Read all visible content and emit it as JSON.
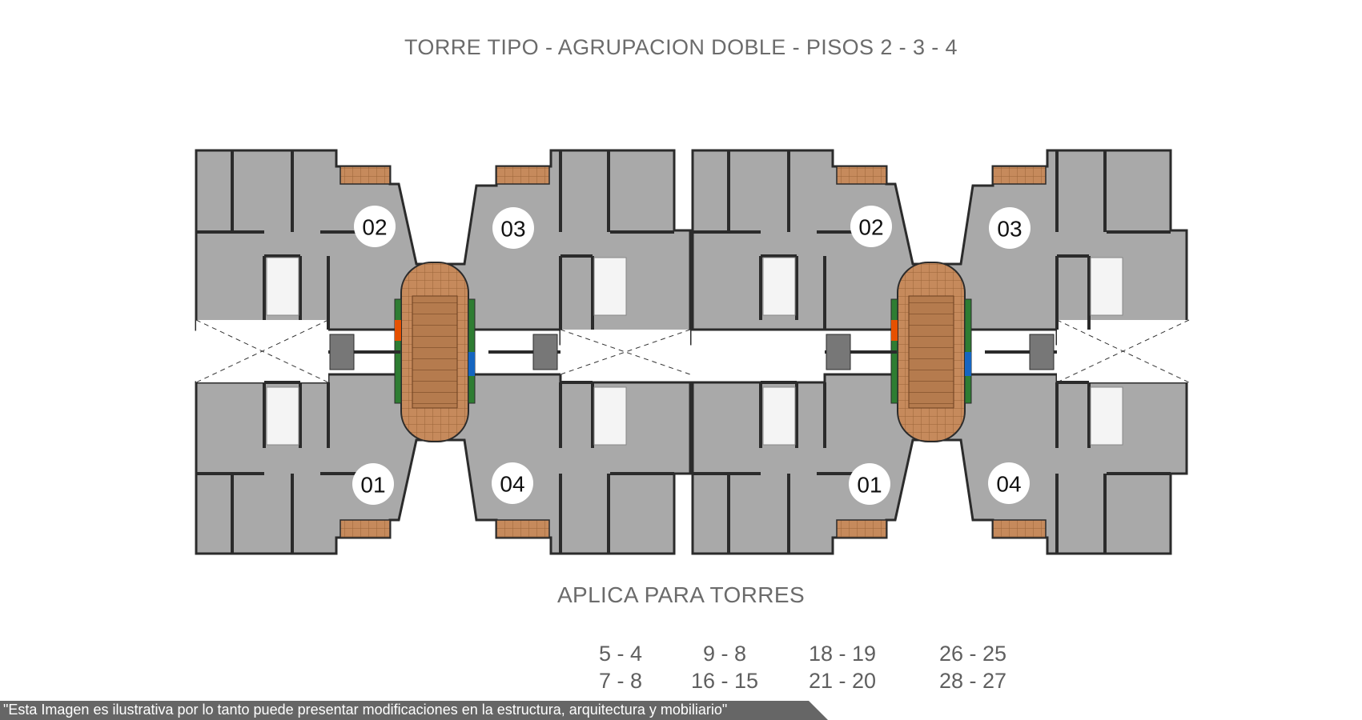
{
  "title": "TORRE TIPO - AGRUPACION DOBLE - PISOS 2 - 3 - 4",
  "subtitle": "APLICA PARA TORRES",
  "tower_columns": [
    {
      "row1": "5 - 4",
      "row2": "7 - 8"
    },
    {
      "row1": "9 - 8",
      "row2": "16 - 15"
    },
    {
      "row1": "18 - 19",
      "row2": "21 - 20"
    },
    {
      "row1": "26 - 25",
      "row2": "28 - 27"
    }
  ],
  "unit_labels": {
    "left_tower": {
      "top_left": "02",
      "top_right": "03",
      "bottom_left": "01",
      "bottom_right": "04"
    },
    "right_tower": {
      "top_left": "02",
      "top_right": "03",
      "bottom_left": "01",
      "bottom_right": "04"
    }
  },
  "disclaimer": "\"Esta Imagen es ilustrativa por lo tanto puede presentar modificaciones en la estructura, arquitectura y mobiliario\"",
  "colors": {
    "floor": "#a9a9a9",
    "wall": "#2b2b2b",
    "tile": "#c68a5c",
    "stairs": "#b0784c",
    "text": "#6b6b6b",
    "disclaimer_bar": "#666666"
  }
}
